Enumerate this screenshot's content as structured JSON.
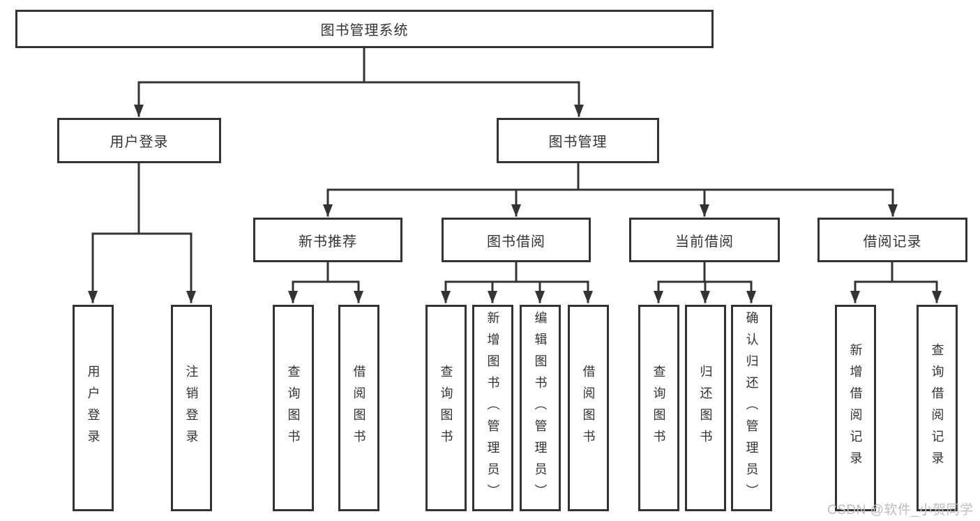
{
  "colors": {
    "line": "#333333",
    "text": "#333333",
    "box_background": "#ffffff",
    "watermark": "#bdbdbd"
  },
  "tree": {
    "root": "图书管理系统",
    "branches": [
      {
        "label": "用户登录",
        "children": [
          "用户登录",
          "注销登录"
        ]
      },
      {
        "label": "图书管理",
        "groups": [
          {
            "label": "新书推荐",
            "children": [
              "查询图书",
              "借阅图书"
            ]
          },
          {
            "label": "图书借阅",
            "children": [
              "查询图书",
              "新增图书（管理员）",
              "编辑图书（管理员）",
              "借阅图书"
            ]
          },
          {
            "label": "当前借阅",
            "children": [
              "查询图书",
              "归还图书",
              "确认归还（管理员）"
            ]
          },
          {
            "label": "借阅记录",
            "children": [
              "新增借阅记录",
              "查询借阅记录"
            ]
          }
        ]
      }
    ]
  },
  "watermark": "CSDN @软件_小贺同学"
}
